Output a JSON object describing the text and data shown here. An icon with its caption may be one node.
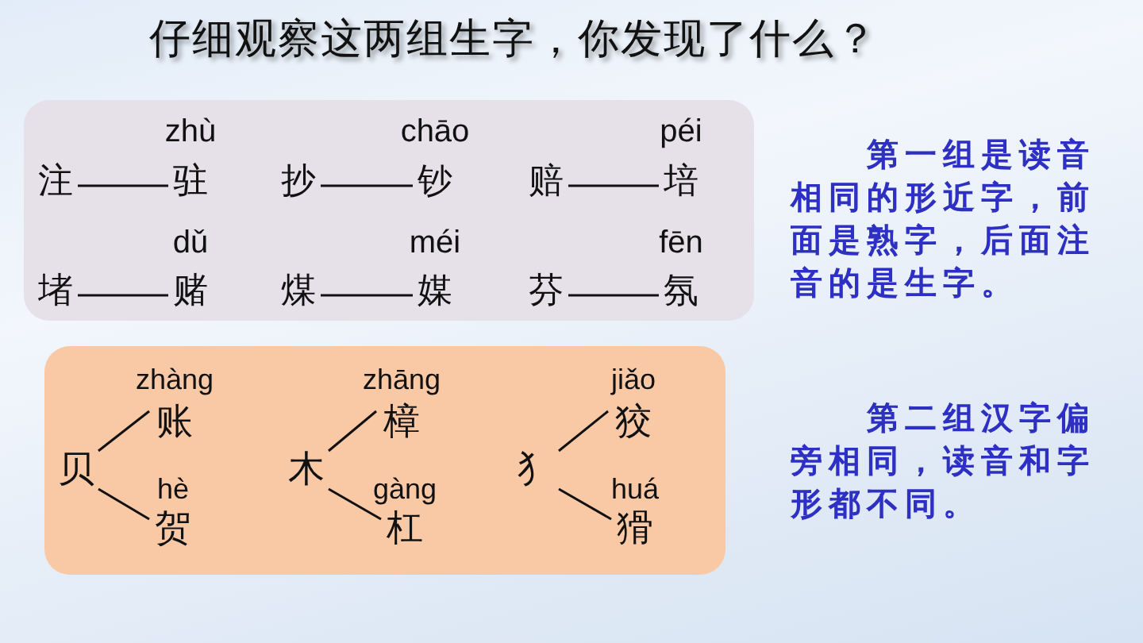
{
  "diagram": {
    "title": "仔细观察这两组生字，你发现了什么？",
    "nodes": [
      {
        "text": [],
        "shape": "box"
      },
      {
        "text": [
          "注"
        ],
        "in": 0
      },
      {
        "text": [
          "驻"
        ],
        "in": 0,
        "beside": [
          "zhù"
        ]
      },
      {
        "text": [
          "抄"
        ],
        "in": 0
      },
      {
        "text": [
          "钞"
        ],
        "in": 0,
        "beside": [
          "chāo"
        ]
      },
      {
        "text": [
          "赔"
        ],
        "in": 0
      },
      {
        "text": [
          "培"
        ],
        "in": 0,
        "beside": [
          "péi"
        ]
      },
      {
        "text": [
          "堵"
        ],
        "in": 0
      },
      {
        "text": [
          "赌"
        ],
        "in": 0,
        "beside": [
          "dǔ"
        ]
      },
      {
        "text": [
          "煤"
        ],
        "in": 0
      },
      {
        "text": [
          "媒"
        ],
        "in": 0,
        "beside": [
          "méi"
        ]
      },
      {
        "text": [
          "芬"
        ],
        "in": 0
      },
      {
        "text": [
          "氛"
        ],
        "in": 0,
        "beside": [
          "fēn"
        ]
      },
      {
        "text": [],
        "shape": "box"
      },
      {
        "text": [
          "贝"
        ],
        "in": 13
      },
      {
        "text": [
          "账"
        ],
        "in": 13,
        "beside": [
          "zhàng"
        ]
      },
      {
        "text": [
          "贺"
        ],
        "in": 13,
        "beside": [
          "hè"
        ]
      },
      {
        "text": [
          "木"
        ],
        "in": 13
      },
      {
        "text": [
          "樟"
        ],
        "in": 13,
        "beside": [
          "zhāng"
        ]
      },
      {
        "text": [
          "杠"
        ],
        "in": 13,
        "beside": [
          "gàng"
        ]
      },
      {
        "text": [
          "犭"
        ],
        "in": 13
      },
      {
        "text": [
          "狡"
        ],
        "in": 13,
        "beside": [
          "jiǎo"
        ]
      },
      {
        "text": [
          "猾"
        ],
        "in": 13,
        "beside": [
          "huá"
        ]
      }
    ],
    "edges": [
      {
        "from": 1,
        "to": 2,
        "arrow": "none"
      },
      {
        "from": 3,
        "to": 4,
        "arrow": "none"
      },
      {
        "from": 5,
        "to": 6,
        "arrow": "none"
      },
      {
        "from": 7,
        "to": 8,
        "arrow": "none"
      },
      {
        "from": 9,
        "to": 10,
        "arrow": "none"
      },
      {
        "from": 11,
        "to": 12,
        "arrow": "none"
      },
      {
        "from": 14,
        "to": 15,
        "arrow": "none"
      },
      {
        "from": 14,
        "to": 16,
        "arrow": "none"
      },
      {
        "from": 17,
        "to": 18,
        "arrow": "none"
      },
      {
        "from": 17,
        "to": 19,
        "arrow": "none"
      },
      {
        "from": 20,
        "to": 21,
        "arrow": "none"
      },
      {
        "from": 20,
        "to": 22,
        "arrow": "none"
      }
    ],
    "labels": [
      "第一组是读音相同的形近字，前面是熟字，后面注音的是生字。",
      "第二组汉字偏旁相同，读音和字形都不同。"
    ]
  }
}
